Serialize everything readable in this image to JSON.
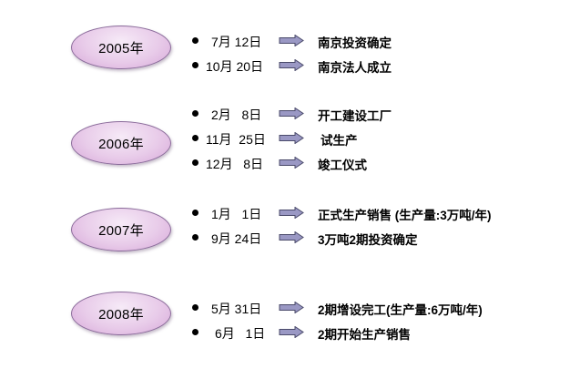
{
  "years": [
    {
      "label": "2005年",
      "events": [
        {
          "date": "7月 12日",
          "desc": "南京投资确定"
        },
        {
          "date": "10月 20日",
          "desc": "南京法人成立"
        }
      ]
    },
    {
      "label": "2006年",
      "events": [
        {
          "date": "2月   8日",
          "desc": "开工建设工厂"
        },
        {
          "date": "11月  25日",
          "desc": "试生产"
        },
        {
          "date": "12月   8日",
          "desc": "竣工仪式"
        }
      ]
    },
    {
      "label": "2007年",
      "events": [
        {
          "date": "1月   1日",
          "desc": "正式生产销售 (生产量:3万吨/年)"
        },
        {
          "date": "9月 24日",
          "desc": "3万吨2期投资确定"
        }
      ]
    },
    {
      "label": "2008年",
      "events": [
        {
          "date": "5月 31日",
          "desc": "2期增设完工(生产量:6万吨/年)"
        },
        {
          "date": "6月   1日",
          "desc": "2期开始生产销售"
        }
      ]
    }
  ],
  "colors": {
    "oval_fill": "#e8cbe9",
    "oval_border": "#8a6b9a",
    "arrow_fill": "#9a98c4",
    "arrow_stroke": "#4a4a6a"
  }
}
